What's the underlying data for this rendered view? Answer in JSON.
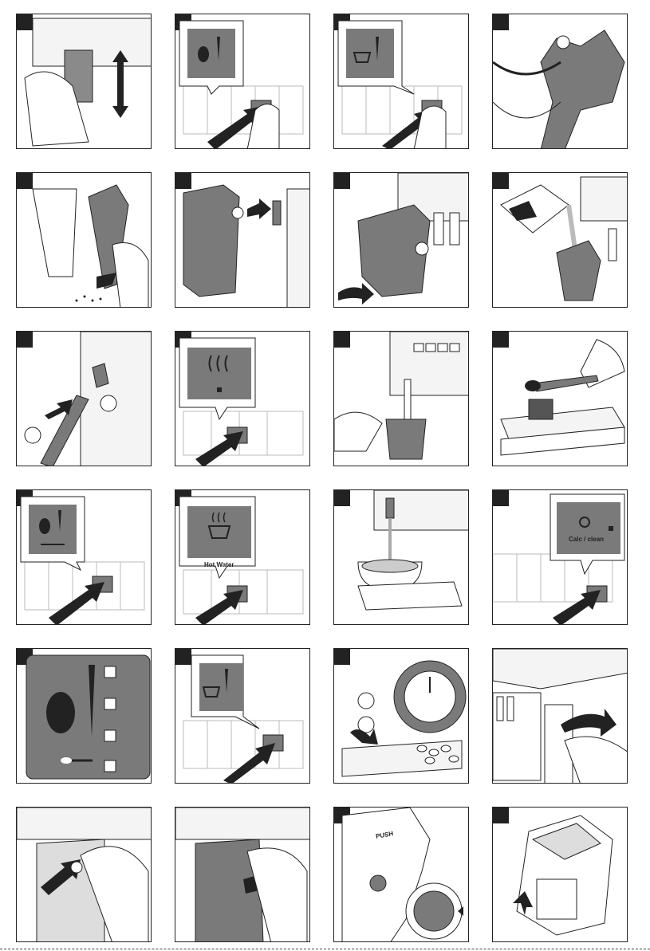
{
  "labels": {
    "hot_water": "Hot Water",
    "calc_clean": "Calc / clean",
    "push": "PUSH"
  },
  "icons": [
    "coffee-strength-icon",
    "drink-quantity-icon",
    "milk-carafe-icon",
    "steam-icon",
    "hot-water-icon",
    "calc-clean-icon"
  ],
  "colors": {
    "line": "#222222",
    "gray": "#7a7a7a",
    "light": "#dcdcdc"
  }
}
